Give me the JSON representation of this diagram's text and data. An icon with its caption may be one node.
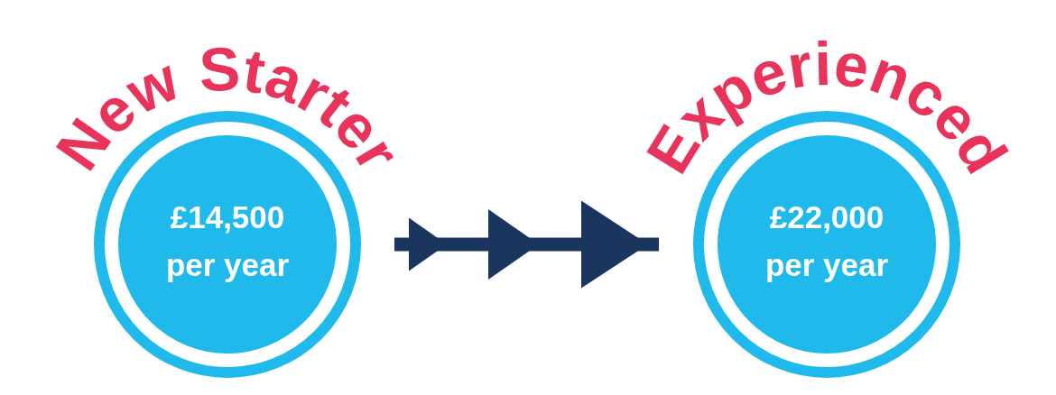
{
  "diagram": {
    "nodes": [
      {
        "text": [
          "New Starter",
          "£14,500 per year"
        ]
      },
      {
        "text": [
          "Experienced",
          "£22,000 per year"
        ]
      }
    ],
    "edges": [
      {
        "from": 0,
        "to": 1,
        "arrow": "to"
      }
    ]
  }
}
